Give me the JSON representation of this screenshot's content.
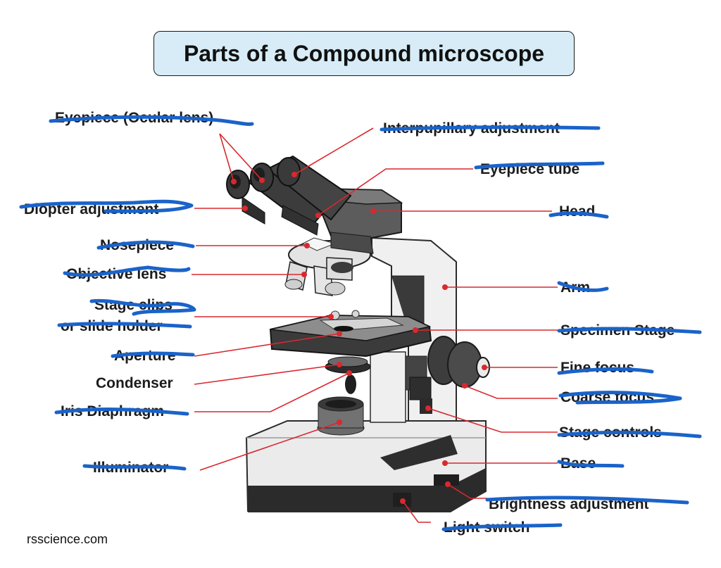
{
  "title": "Parts of a Compound microscope",
  "credit": "rsscience.com",
  "colors": {
    "title_bg": "#d7ecf6",
    "leader_line": "#d9282f",
    "pen_scribble": "#1a63c9"
  },
  "labels": {
    "eyepiece": "Eyepiece (Ocular lens)",
    "interpupillary": "Interpupillary adjustment",
    "eyepiece_tube": "Eyepiece tube",
    "diopter": "Diopter adjustment",
    "head": "Head",
    "nosepiece": "Nosepiece",
    "objective": "Objective lens",
    "arm": "Arm",
    "stage_clips_1": "Stage clips",
    "stage_clips_2": "or slide holder",
    "specimen_stage": "Specimen Stage",
    "aperture": "Aperture",
    "fine_focus": "Fine focus",
    "condenser": "Condenser",
    "coarse_focus": "Coarse focus",
    "iris": "Iris Diaphragm",
    "stage_controls": "Stage controls",
    "illuminator": "Illuminator",
    "base": "Base",
    "brightness": "Brightness adjustment",
    "light_switch": "Light switch"
  },
  "annotations": {
    "scribbled_out_labels": [
      "eyepiece",
      "interpupillary",
      "eyepiece_tube",
      "diopter",
      "head",
      "nosepiece",
      "objective",
      "arm",
      "stage_clips_1",
      "stage_clips_2",
      "specimen_stage",
      "aperture",
      "fine_focus",
      "coarse_focus",
      "iris",
      "stage_controls",
      "illuminator",
      "base",
      "brightness",
      "light_switch"
    ]
  }
}
